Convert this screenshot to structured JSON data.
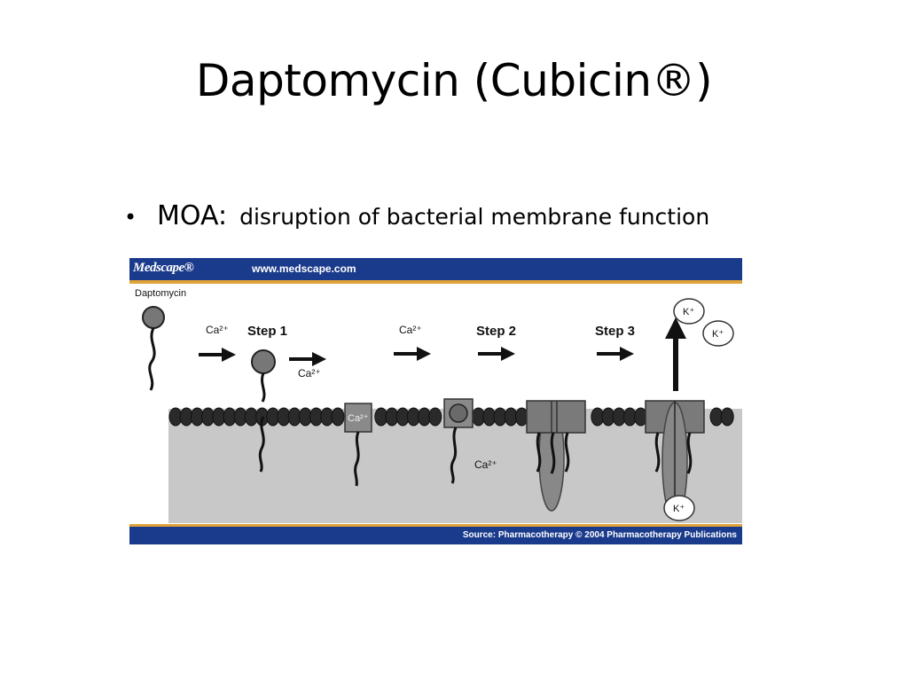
{
  "slide": {
    "title": "Daptomycin (Cubicin®)",
    "bullet": {
      "label": "MOA:",
      "text": "disruption of bacterial membrane function"
    }
  },
  "figure": {
    "header": {
      "brand": "Medscape®",
      "url": "www.medscape.com"
    },
    "footer": {
      "source": "Source: Pharmacotherapy © 2004 Pharmacotherapy Publications"
    },
    "labels": {
      "drug": "Daptomycin",
      "step1": "Step 1",
      "step2": "Step 2",
      "step3": "Step 3",
      "ca_ion": "Ca²⁺",
      "k_ion": "K⁺"
    },
    "colors": {
      "header_blue": "#1a3a8c",
      "accent_orange": "#e0a23a",
      "membrane_gray": "#c8c8c8",
      "head_gray": "#2a2a2a",
      "drug_gray": "#777777"
    }
  }
}
